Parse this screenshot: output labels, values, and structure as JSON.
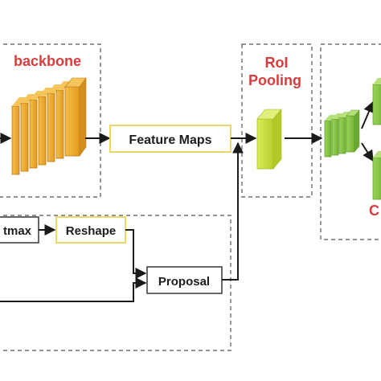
{
  "labels": {
    "backbone": "backbone",
    "feature_maps": "Feature Maps",
    "roi_line1": "RoI",
    "roi_line2": "Pooling",
    "softmax_partial": "tmax",
    "reshape": "Reshape",
    "proposal": "Proposal",
    "classifier_partial": "C"
  },
  "colors": {
    "accent_red": "#d83c3c",
    "box_border_yellow": "#efd86a",
    "backbone_orange": "#e9a72a",
    "roi_yellow_green": "#c8df3a",
    "classifier_green": "#86c441",
    "dashed_border": "#555555",
    "arrow": "#1a1a1a"
  }
}
